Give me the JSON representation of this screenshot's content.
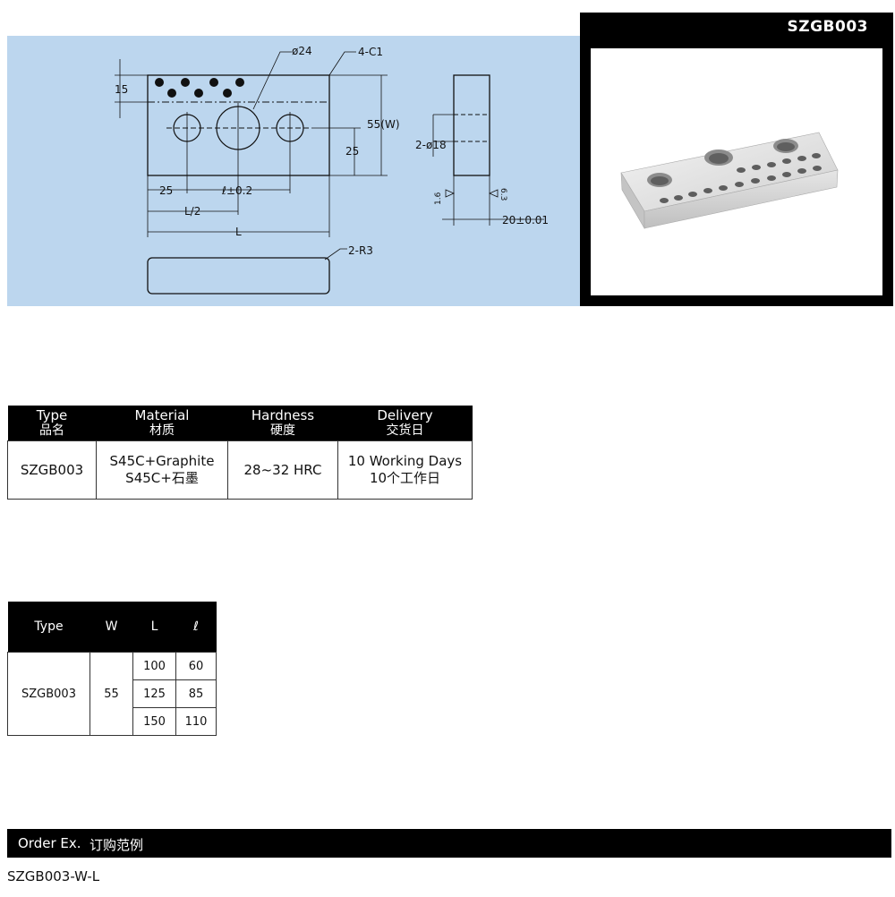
{
  "header": {
    "product_code": "SZGB003"
  },
  "drawing": {
    "labels": {
      "dia24": "ø24",
      "c1": "4-C1",
      "dim15": "15",
      "width": "55(W)",
      "dim25_v": "25",
      "dia18": "2-ø18",
      "dim25_h": "25",
      "pitch": "ℓ±0.2",
      "half": "L/2",
      "length": "L",
      "r3": "2-R3",
      "rough16": "1.6",
      "rough63": "6.3",
      "thickness": "20±0.01"
    }
  },
  "spec_table": {
    "headers": [
      {
        "en": "Type",
        "cn": "品名"
      },
      {
        "en": "Material",
        "cn": "材质"
      },
      {
        "en": "Hardness",
        "cn": "硬度"
      },
      {
        "en": "Delivery",
        "cn": "交货日"
      }
    ],
    "row": {
      "type": "SZGB003",
      "material_en": "S45C+Graphite",
      "material_cn": "S45C+石墨",
      "hardness": "28~32 HRC",
      "delivery_en": "10 Working Days",
      "delivery_cn": "10个工作日"
    }
  },
  "size_table": {
    "headers": [
      "Type",
      "W",
      "L",
      "ℓ"
    ],
    "type": "SZGB003",
    "w": "55",
    "rows": [
      {
        "L": "100",
        "l": "60"
      },
      {
        "L": "125",
        "l": "85"
      },
      {
        "L": "150",
        "l": "110"
      }
    ]
  },
  "order": {
    "title_en": "Order Ex.",
    "title_cn": "订购范例",
    "example": "SZGB003-W-L"
  }
}
